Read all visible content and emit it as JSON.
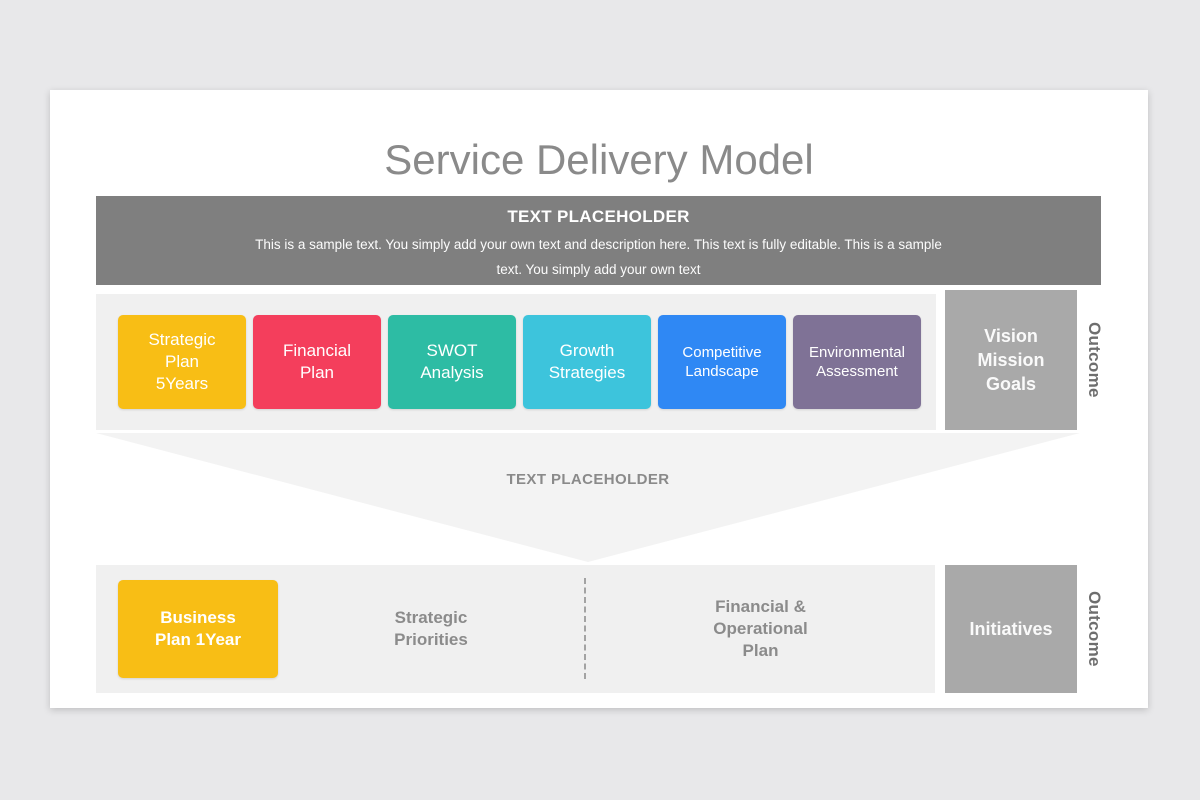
{
  "page": {
    "background": "#E8E8EA",
    "slide_background": "#FFFFFF"
  },
  "title": "Service Delivery Model",
  "banner": {
    "heading": "TEXT PLACEHOLDER",
    "body": "This is a sample text. You simply add your own text and description here. This text is fully editable. This is a sample text. You simply add your own text",
    "background": "#7F7F7F"
  },
  "top_row": {
    "background": "#F0F0F0",
    "boxes": [
      {
        "label": "Strategic\nPlan\n5Years",
        "color": "#F8BE15"
      },
      {
        "label": "Financial\nPlan",
        "color": "#F43E5C"
      },
      {
        "label": "SWOT\nAnalysis",
        "color": "#2DBCA4"
      },
      {
        "label": "Growth\nStrategies",
        "color": "#3DC4DC"
      },
      {
        "label": "Competitive\nLandscape",
        "color": "#2F88F4"
      },
      {
        "label": "Environmental\nAssessment",
        "color": "#7F7296"
      }
    ],
    "result_box": {
      "label": "Vision\nMission\nGoals",
      "color": "#A9A9A9"
    },
    "outcome_label": "Outcome"
  },
  "funnel": {
    "label": "TEXT PLACEHOLDER",
    "color": "#F3F3F3"
  },
  "bottom_row": {
    "background": "#F0F0F0",
    "plan_box": {
      "label": "Business\nPlan 1Year",
      "color": "#F8BE15"
    },
    "section_labels": [
      "Strategic\nPriorities",
      "Financial &\nOperational\nPlan"
    ],
    "result_box": {
      "label": "Initiatives",
      "color": "#A9A9A9"
    },
    "outcome_label": "Outcome"
  }
}
